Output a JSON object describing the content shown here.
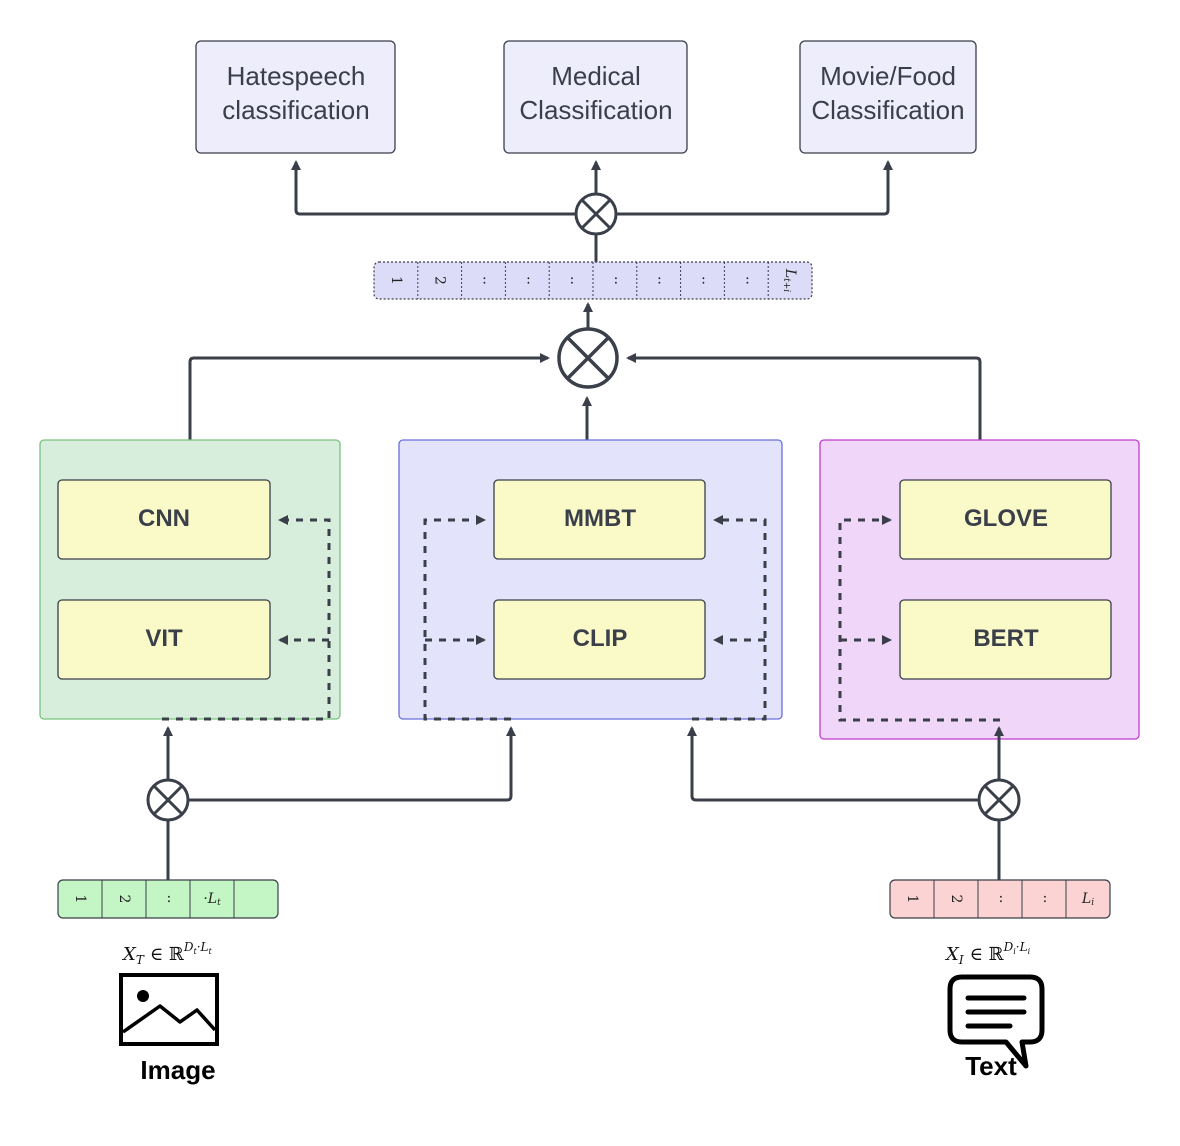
{
  "tasks": {
    "hatespeech": [
      "Hatespeech",
      "classification"
    ],
    "medical": [
      "Medical",
      "Classification"
    ],
    "moviefood": [
      "Movie/Food",
      "Classification"
    ]
  },
  "fused_vector": {
    "cells": [
      "1",
      "2",
      "··",
      "··",
      "··",
      "··",
      "··",
      "··",
      "··"
    ],
    "last": "L",
    "last_sub": "t+i",
    "fill": "#dcdcf8"
  },
  "image_models": {
    "top": "CNN",
    "bottom": "VIT",
    "fill": "#d6eedb",
    "stroke": "#7ac47f"
  },
  "multimodal_models": {
    "top": "MMBT",
    "bottom": "CLIP",
    "fill": "#e3e3fb",
    "stroke": "#6b6fdc"
  },
  "text_models": {
    "top": "GLOVE",
    "bottom": "BERT",
    "fill": "#f0d6f8",
    "stroke": "#c23ad0"
  },
  "model_fill": "#fafac8",
  "image_vector": {
    "cells": [
      "1",
      "2",
      "··",
      "·L",
      ""
    ],
    "last_sub": "t",
    "fill": "#c4f5c4"
  },
  "text_vector": {
    "cells": [
      "1",
      "2",
      "··",
      "··",
      "L"
    ],
    "last_sub": "i",
    "fill": "#fbd3d3"
  },
  "image_formula": {
    "lhs": "X",
    "lhs_sub": "T",
    "rel": "∈ ℝ",
    "sup": "D",
    "sup_sub1": "t",
    "sup_mid": "·L",
    "sup_sub2": "t"
  },
  "text_formula": {
    "lhs": "X",
    "lhs_sub": "I",
    "rel": "∈ ℝ",
    "sup": "D",
    "sup_sub1": "i",
    "sup_mid": "·L",
    "sup_sub2": "i"
  },
  "image_label": "Image",
  "text_label": "Text"
}
